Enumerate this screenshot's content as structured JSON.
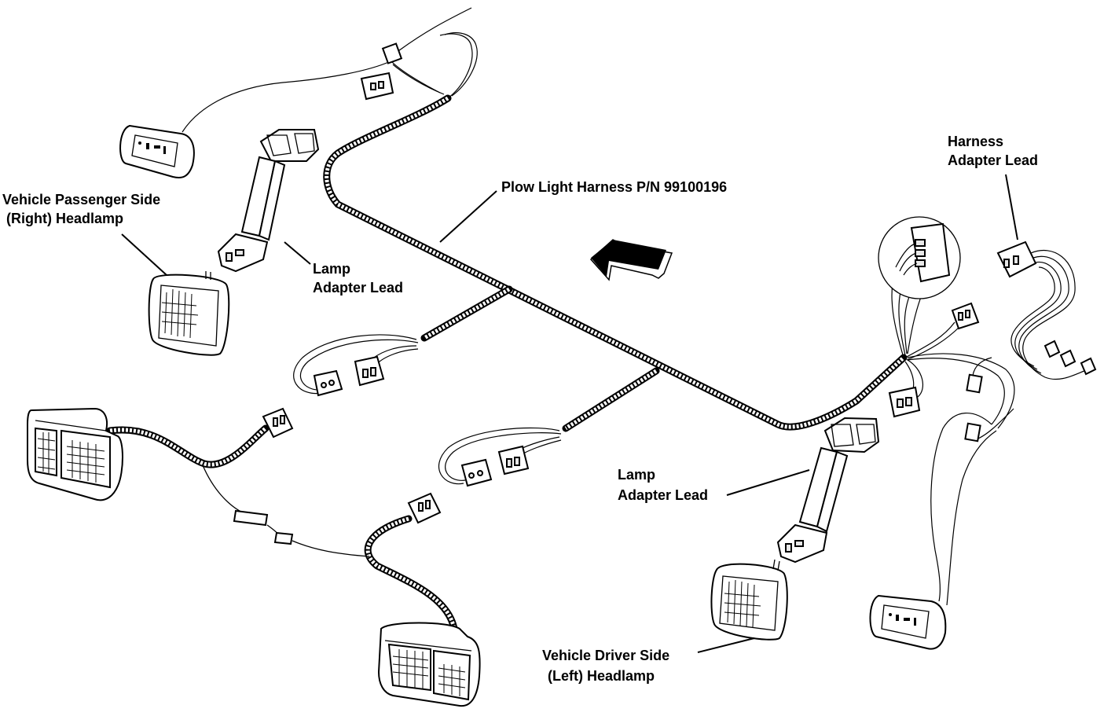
{
  "labels": {
    "harness_adapter_lead_line1": "Harness",
    "harness_adapter_lead_line2": "Adapter Lead",
    "plow_light_harness": "Plow Light Harness P/N 99100196",
    "passenger_headlamp_line1": "Vehicle Passenger Side",
    "passenger_headlamp_line2": "(Right) Headlamp",
    "lamp_adapter_lead_top_line1": "Lamp",
    "lamp_adapter_lead_top_line2": "Adapter Lead",
    "lamp_adapter_lead_bottom_line1": "Lamp",
    "lamp_adapter_lead_bottom_line2": "Adapter Lead",
    "driver_headlamp_line1": "Vehicle Driver Side",
    "driver_headlamp_line2": "(Left) Headlamp"
  }
}
